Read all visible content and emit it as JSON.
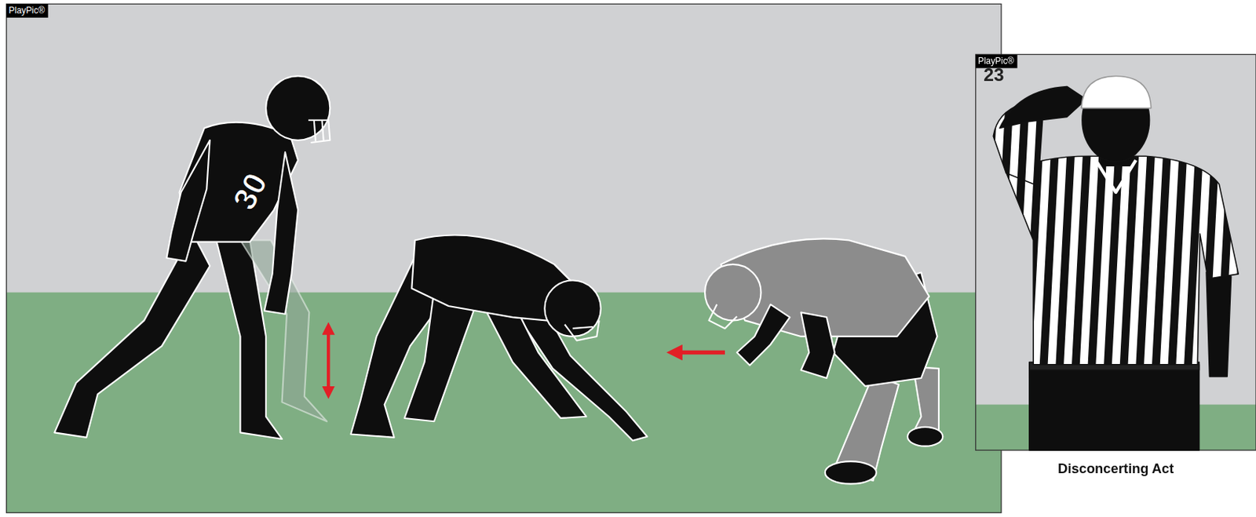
{
  "diagram": {
    "nodes": [
      {
        "text": [
          "PlayPic®"
        ]
      },
      {
        "text": [
          "PlayPic®",
          "23",
          "Disconcerting Act"
        ]
      }
    ],
    "labels": [
      "30"
    ]
  }
}
